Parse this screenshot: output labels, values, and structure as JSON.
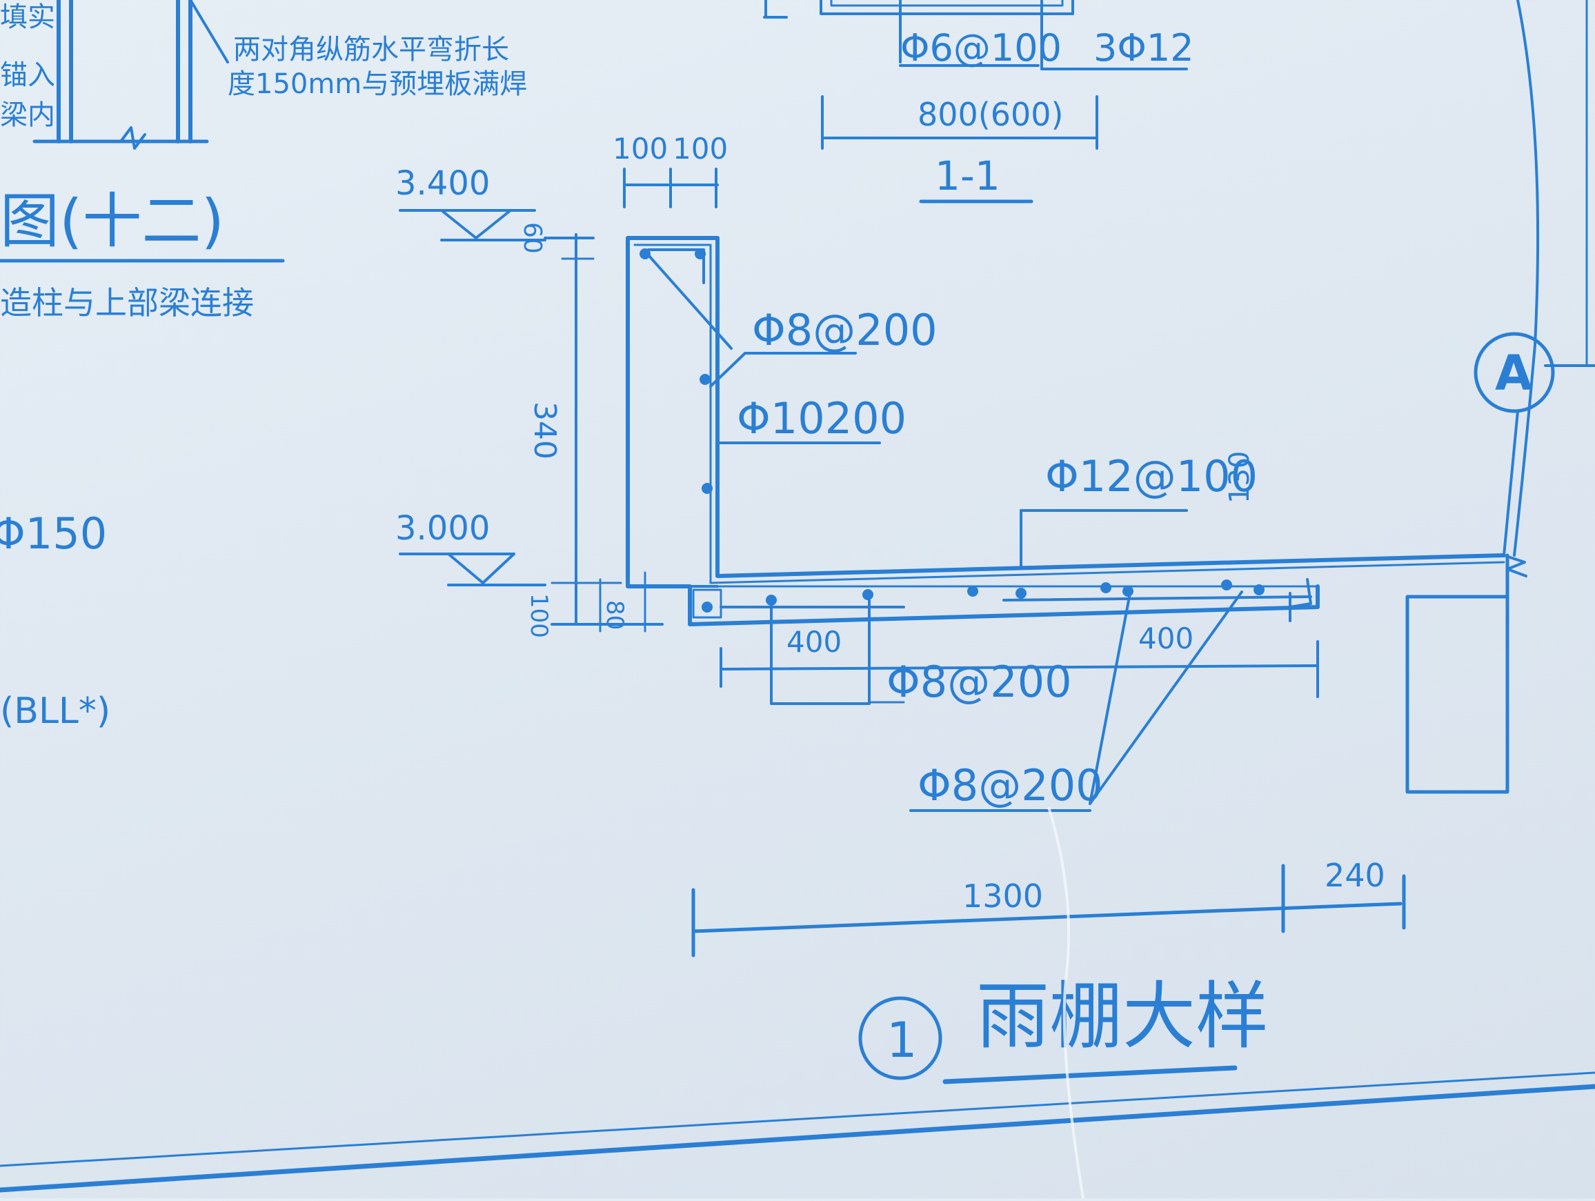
{
  "top_left": {
    "fragment_1": "填实",
    "fragment_2": "锚入",
    "fragment_3": "梁内",
    "note_line_1": "两对角纵筋水平弯折长",
    "note_line_2": "度150mm与预埋板满焊",
    "figure_title": "图(十二)",
    "figure_caption": "造柱与上部梁连接"
  },
  "left_margin": {
    "fragment_phi150": "Φ150",
    "fragment_bll": "(BLL*)"
  },
  "section_1_1": {
    "label_stirrup": "Φ6@100",
    "label_main": "3Φ12",
    "dim_width": "800(600)",
    "section_title": "1-1"
  },
  "canopy_detail": {
    "elev_top": "3.400",
    "elev_slab": "3.000",
    "dim_top_60": "60",
    "dim_parapet_100a": "100",
    "dim_parapet_100b": "100",
    "dim_height_340": "340",
    "dim_slab_100": "100",
    "dim_slab_80": "80",
    "rebar_stirrup_top": "Φ8@200",
    "rebar_vertical": "Φ10200",
    "rebar_slab_top": "Φ12@100",
    "dim_130": "130",
    "dim_400_left": "400",
    "dim_400_right": "400",
    "rebar_dist_mid": "Φ8@200",
    "rebar_dist_bottom": "Φ8@200",
    "dim_span_1300": "1300",
    "dim_wall_240": "240",
    "axis_label": "A"
  },
  "detail_title": {
    "number": "1",
    "text": "雨棚大样"
  }
}
